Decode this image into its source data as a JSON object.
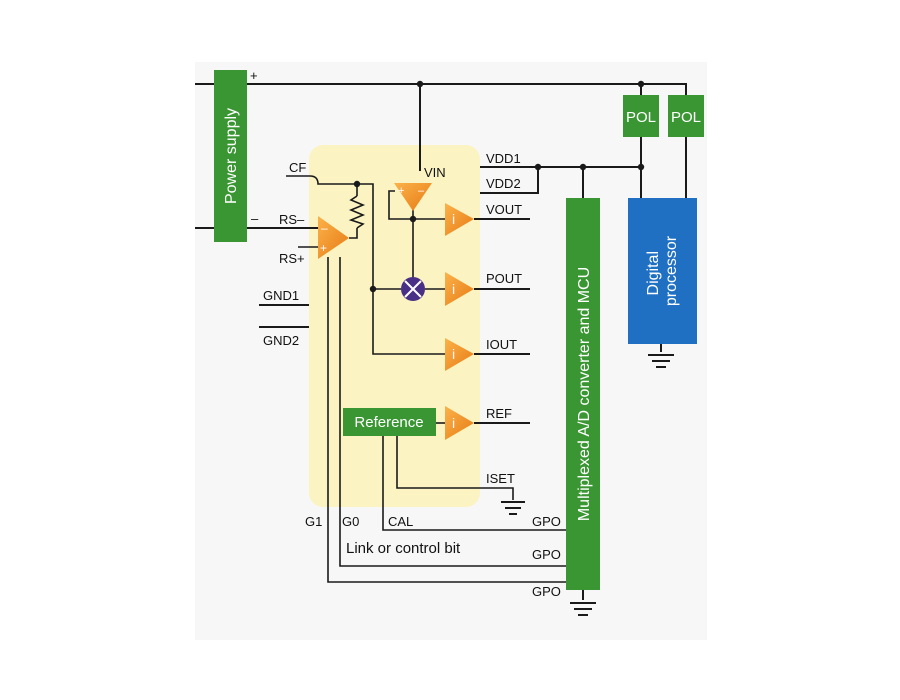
{
  "diagram": {
    "blocks": {
      "power_supply": "Power supply",
      "pol_1": "POL",
      "pol_2": "POL",
      "digital_processor": "Digital\nprocessor",
      "adc_mcu": "Multiplexed A/D converter and MCU",
      "reference": "Reference"
    },
    "power_signs": {
      "plus": "+",
      "minus": "–"
    },
    "amp_signs": {
      "minus": "–",
      "plus": "+",
      "current": "i"
    },
    "pins": {
      "cf": "CF",
      "rs_minus": "RS–",
      "rs_plus": "RS+",
      "gnd1": "GND1",
      "gnd2": "GND2",
      "vin": "VIN",
      "vdd1": "VDD1",
      "vdd2": "VDD2",
      "vout": "VOUT",
      "pout": "POUT",
      "iout": "IOUT",
      "ref": "REF",
      "iset": "ISET",
      "g1": "G1",
      "g0": "G0",
      "cal": "CAL",
      "gpo_1": "GPO",
      "gpo_2": "GPO",
      "gpo_3": "GPO"
    },
    "note": "Link or control bit",
    "colors": {
      "background": "#f7f7f7",
      "chip_fill": "#fbf4c2",
      "green": "#3a9633",
      "blue": "#1f6fc2",
      "amp_orange": "#f08a1c",
      "multiplier": "#4a2f86"
    }
  }
}
